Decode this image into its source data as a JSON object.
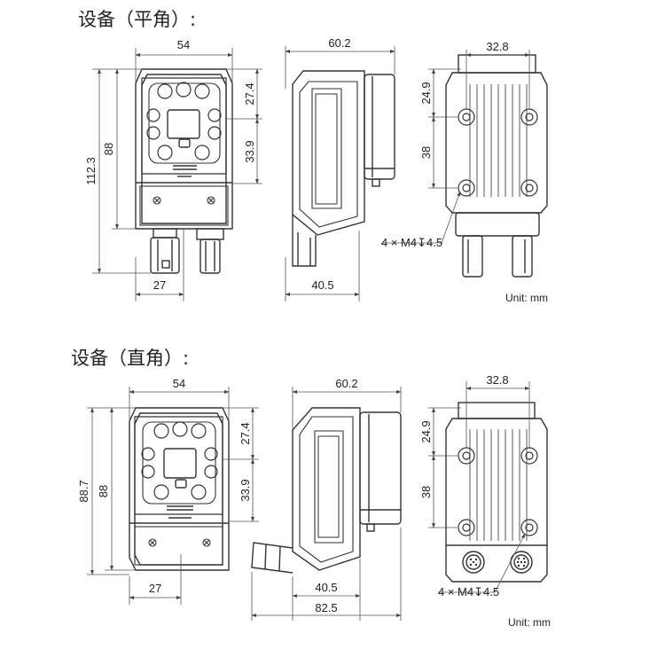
{
  "section_flat": {
    "title": "设备（平角）:",
    "front": {
      "width": "54",
      "height_total": "112.3",
      "height_body": "88",
      "upper": "27.4",
      "lower": "33.9",
      "bottom": "27"
    },
    "side": {
      "depth": "60.2",
      "bottom": "40.5"
    },
    "back": {
      "width": "32.8",
      "upper": "24.9",
      "spacing": "38",
      "screw_note": "4 × M4↧4.5"
    },
    "unit": "Unit: mm"
  },
  "section_right": {
    "title": "设备（直角）:",
    "front": {
      "width": "54",
      "height_total": "88.7",
      "height_body": "88",
      "upper": "27.4",
      "lower": "33.9",
      "bottom": "27"
    },
    "side": {
      "depth": "60.2",
      "bottom": "40.5",
      "total": "82.5"
    },
    "back": {
      "width": "32.8",
      "upper": "24.9",
      "spacing": "38",
      "screw_note": "4 × M4↧4.5"
    },
    "unit": "Unit: mm"
  },
  "colors": {
    "line": "#333333",
    "dim": "#555555",
    "text": "#222222"
  }
}
